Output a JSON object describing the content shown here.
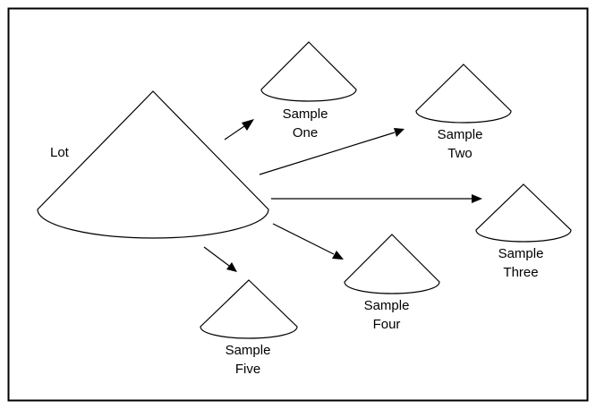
{
  "lot": {
    "label": "Lot"
  },
  "samples": [
    {
      "line1": "Sample",
      "line2": "One"
    },
    {
      "line1": "Sample",
      "line2": "Two"
    },
    {
      "line1": "Sample",
      "line2": "Three"
    },
    {
      "line1": "Sample",
      "line2": "Four"
    },
    {
      "line1": "Sample",
      "line2": "Five"
    }
  ],
  "colors": {
    "stroke": "#000000",
    "background": "#ffffff"
  }
}
